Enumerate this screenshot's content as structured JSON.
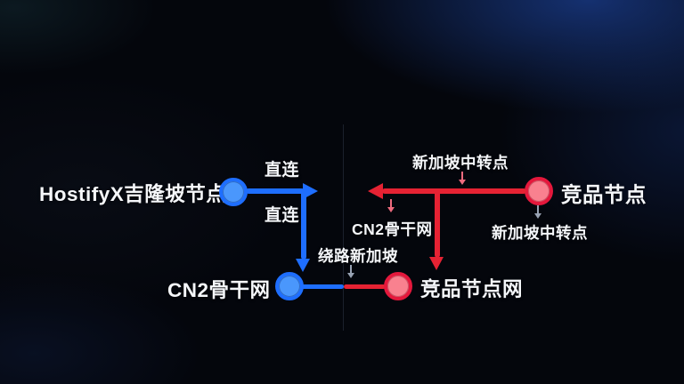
{
  "hostify_path": {
    "node_label": "HostifyX吉隆坡节点",
    "direct_label_top": "直连",
    "direct_label_side": "直连",
    "destination_label": "CN2骨干网"
  },
  "competitor_path": {
    "node_label": "竞品节点",
    "transit_label_top": "新加坡中转点",
    "transit_label_bottom": "新加坡中转点",
    "cn2_label": "CN2骨干网",
    "detour_label": "绕路新加坡",
    "destination_label": "竞品节点网"
  },
  "colors": {
    "hostify_blue": "#1e6eff",
    "node_blue_fill": "#4a97fc",
    "competitor_red": "#e62233",
    "node_red_fill": "#f9818f",
    "node_red_ring": "#e4183c",
    "annotation_gray": "#98a2b3",
    "annotation_pink": "#ee6b7e",
    "label_white": "#f5f7fa"
  }
}
